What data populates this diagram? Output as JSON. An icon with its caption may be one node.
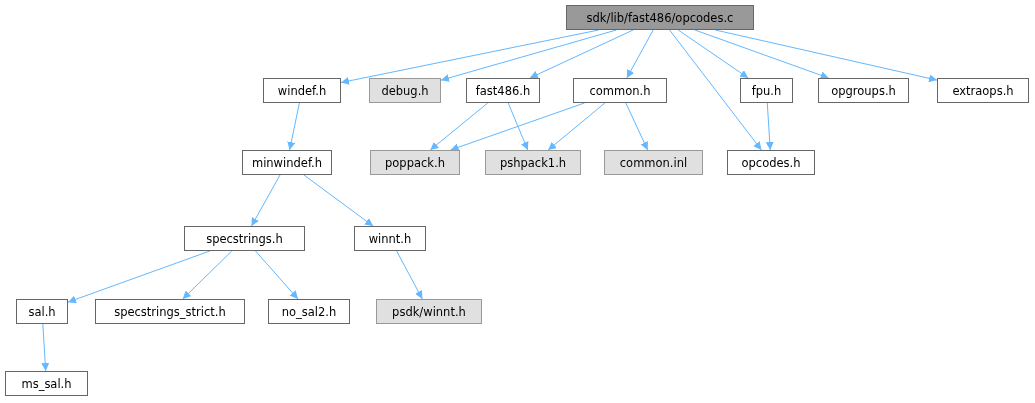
{
  "diagram": {
    "nodes": [
      {
        "text": [
          "sdk/lib/fast486/opcodes.c"
        ]
      },
      {
        "text": [
          "windef.h"
        ]
      },
      {
        "text": [
          "debug.h"
        ]
      },
      {
        "text": [
          "fast486.h"
        ]
      },
      {
        "text": [
          "common.h"
        ]
      },
      {
        "text": [
          "fpu.h"
        ]
      },
      {
        "text": [
          "opgroups.h"
        ]
      },
      {
        "text": [
          "extraops.h"
        ]
      },
      {
        "text": [
          "minwindef.h"
        ]
      },
      {
        "text": [
          "poppack.h"
        ]
      },
      {
        "text": [
          "pshpack1.h"
        ]
      },
      {
        "text": [
          "common.inl"
        ]
      },
      {
        "text": [
          "opcodes.h"
        ]
      },
      {
        "text": [
          "specstrings.h"
        ]
      },
      {
        "text": [
          "winnt.h"
        ]
      },
      {
        "text": [
          "sal.h"
        ]
      },
      {
        "text": [
          "specstrings_strict.h"
        ]
      },
      {
        "text": [
          "no_sal2.h"
        ]
      },
      {
        "text": [
          "psdk/winnt.h"
        ]
      },
      {
        "text": [
          "ms_sal.h"
        ]
      }
    ],
    "edges": [
      {
        "from": 0,
        "to": 1,
        "arrow": "to"
      },
      {
        "from": 0,
        "to": 2,
        "arrow": "to"
      },
      {
        "from": 0,
        "to": 3,
        "arrow": "to"
      },
      {
        "from": 0,
        "to": 4,
        "arrow": "to"
      },
      {
        "from": 0,
        "to": 12,
        "arrow": "to"
      },
      {
        "from": 0,
        "to": 5,
        "arrow": "to"
      },
      {
        "from": 0,
        "to": 6,
        "arrow": "to"
      },
      {
        "from": 0,
        "to": 7,
        "arrow": "to"
      },
      {
        "from": 1,
        "to": 8,
        "arrow": "to"
      },
      {
        "from": 3,
        "to": 9,
        "arrow": "to"
      },
      {
        "from": 3,
        "to": 10,
        "arrow": "to"
      },
      {
        "from": 4,
        "to": 9,
        "arrow": "to"
      },
      {
        "from": 4,
        "to": 10,
        "arrow": "to"
      },
      {
        "from": 4,
        "to": 11,
        "arrow": "to"
      },
      {
        "from": 5,
        "to": 12,
        "arrow": "to"
      },
      {
        "from": 8,
        "to": 13,
        "arrow": "to"
      },
      {
        "from": 8,
        "to": 14,
        "arrow": "to"
      },
      {
        "from": 13,
        "to": 15,
        "arrow": "to"
      },
      {
        "from": 13,
        "to": 16,
        "arrow": "to"
      },
      {
        "from": 13,
        "to": 17,
        "arrow": "to"
      },
      {
        "from": 14,
        "to": 18,
        "arrow": "to"
      },
      {
        "from": 15,
        "to": 19,
        "arrow": "to"
      }
    ]
  }
}
